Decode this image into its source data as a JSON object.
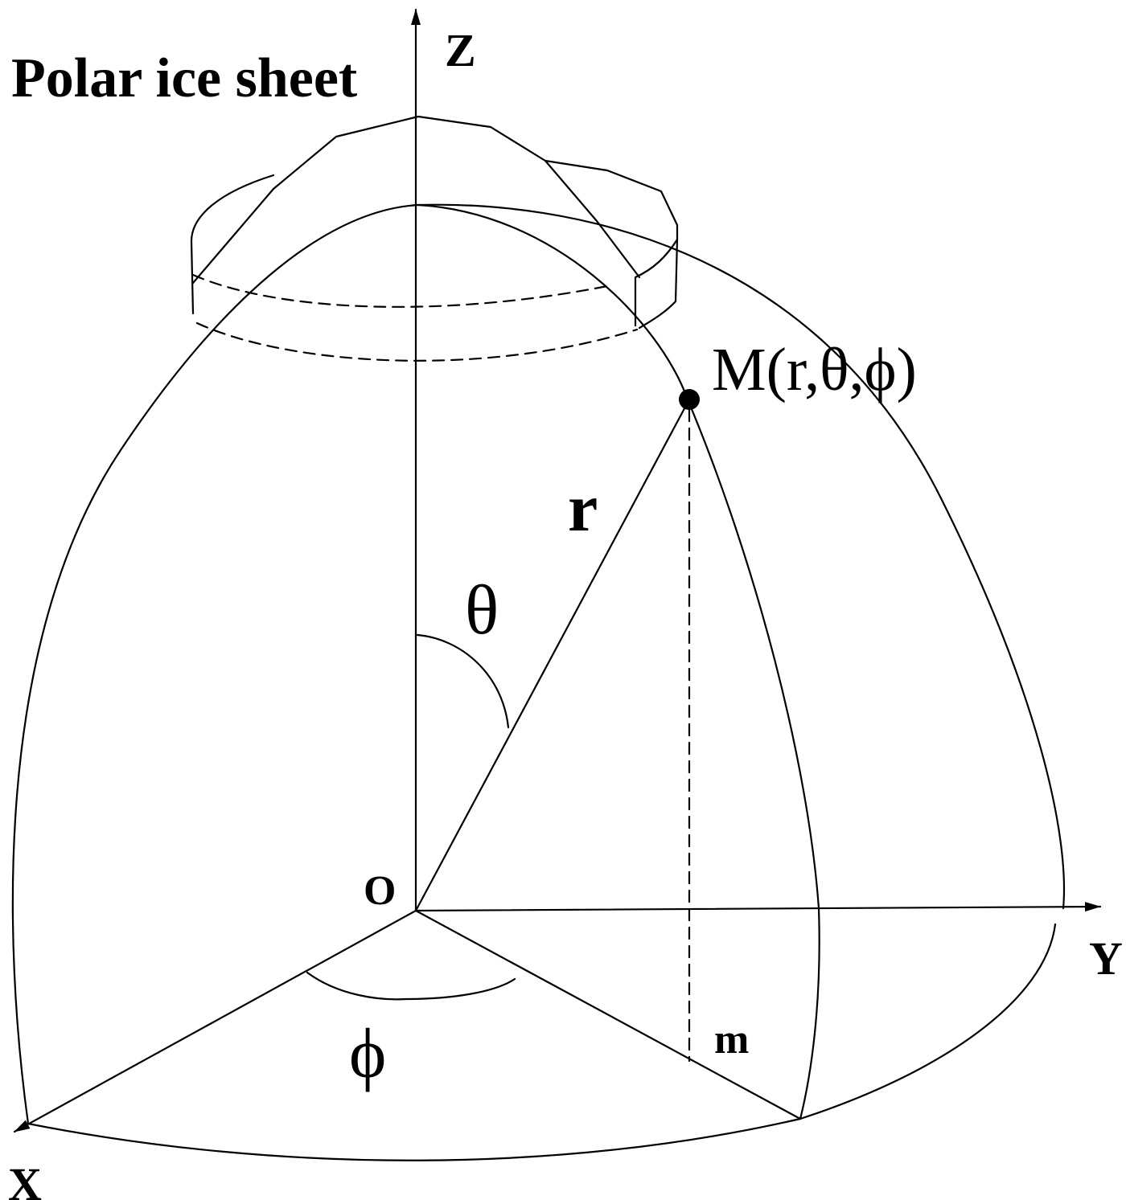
{
  "labels": {
    "title": "Polar ice sheet",
    "axis_z": "Z",
    "axis_y": "Y",
    "axis_x": "X",
    "origin": "O",
    "point": "M(r,θ,ϕ)",
    "radius": "r",
    "polar_angle": "θ",
    "azimuth_angle": "ϕ",
    "projection": "m"
  },
  "colors": {
    "ink": "#000000",
    "background": "#ffffff"
  }
}
